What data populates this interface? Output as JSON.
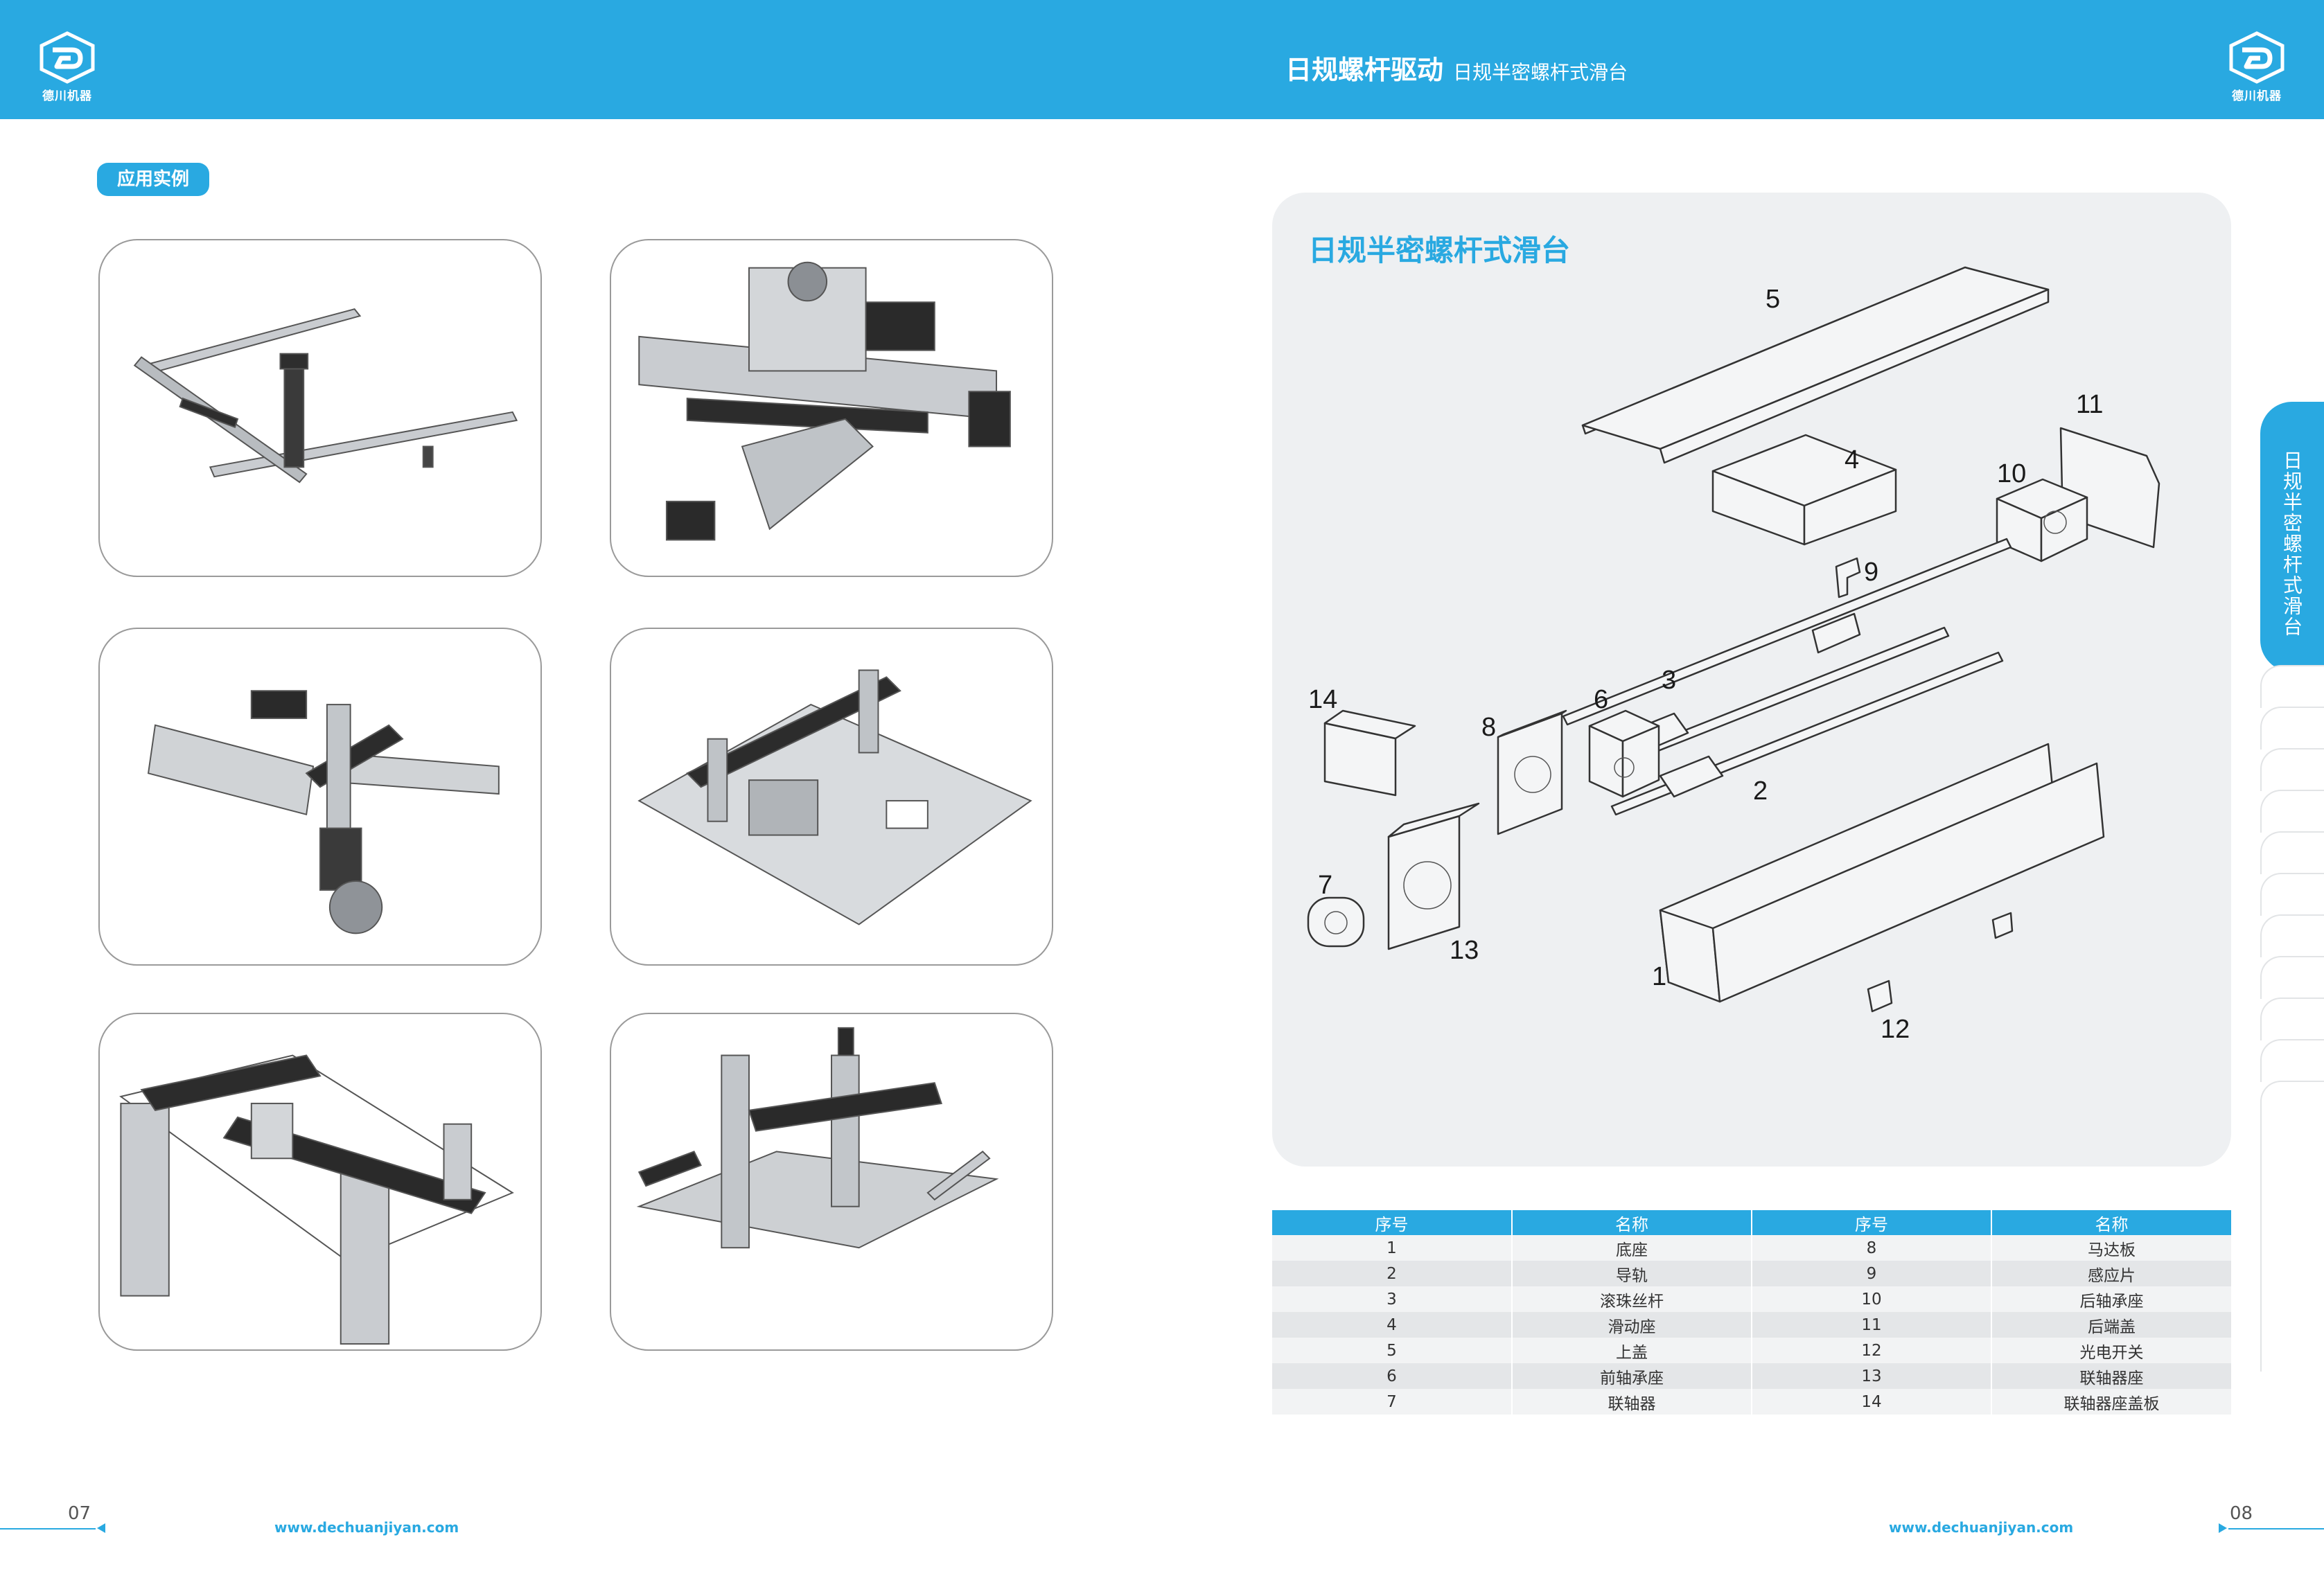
{
  "header": {
    "title_main": "日规螺杆驱动",
    "title_sub": "日规半密螺杆式滑台",
    "logo_text": "德川机器"
  },
  "badge": {
    "label": "应用实例"
  },
  "photos": [
    {
      "subject": "L-shaped two-axis linear module with rods"
    },
    {
      "subject": "XY module with rotary flange head"
    },
    {
      "subject": "Cantilever gantry with vertical Z axis"
    },
    {
      "subject": "Dual-arm gantry on base plate"
    },
    {
      "subject": "Three-axis frame gantry with cable chains"
    },
    {
      "subject": "Cross-type XYZ module"
    }
  ],
  "diagram": {
    "title": "日规半密螺杆式滑台",
    "labels": [
      "5",
      "11",
      "4",
      "10",
      "9",
      "3",
      "14",
      "6",
      "8",
      "2",
      "7",
      "13",
      "1",
      "12"
    ]
  },
  "table": {
    "headers": [
      "序号",
      "名称",
      "序号",
      "名称"
    ],
    "rows": [
      [
        "1",
        "底座",
        "8",
        "马达板"
      ],
      [
        "2",
        "导轨",
        "9",
        "感应片"
      ],
      [
        "3",
        "滚珠丝杆",
        "10",
        "后轴承座"
      ],
      [
        "4",
        "滑动座",
        "11",
        "后端盖"
      ],
      [
        "5",
        "上盖",
        "12",
        "光电开关"
      ],
      [
        "6",
        "前轴承座",
        "13",
        "联轴器座"
      ],
      [
        "7",
        "联轴器",
        "14",
        "联轴器座盖板"
      ]
    ]
  },
  "side_tab": {
    "label": "日规半密螺杆式滑台"
  },
  "footer": {
    "left_page": "07",
    "right_page": "08",
    "left_url": "www.dechuanjiyan.com",
    "right_url": "www.dechuanjiyan.com"
  },
  "colors": {
    "accent": "#29a9e1",
    "panel": "#eef0f2"
  }
}
